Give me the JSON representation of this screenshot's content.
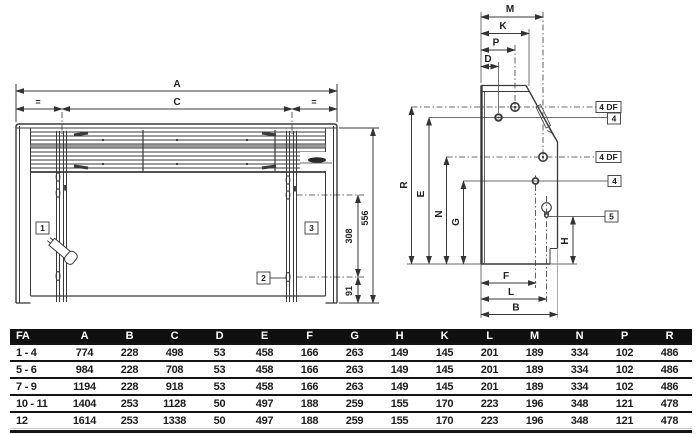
{
  "front_view": {
    "dims": {
      "A": "A",
      "C": "C",
      "eq_left": "=",
      "eq_right": "=",
      "h556": "556",
      "h308": "308",
      "h91": "91"
    },
    "callouts": {
      "c1": "1",
      "c2": "2",
      "c3": "3"
    }
  },
  "side_view": {
    "dims": {
      "M": "M",
      "K": "K",
      "P": "P",
      "D": "D",
      "R": "R",
      "E": "E",
      "N": "N",
      "G": "G",
      "H": "H",
      "F": "F",
      "L": "L",
      "B": "B"
    },
    "callouts": {
      "df_top": "4 DF",
      "four_top": "4",
      "df_mid": "4 DF",
      "four_mid": "4",
      "five": "5"
    }
  },
  "table": {
    "headers": [
      "FA",
      "A",
      "B",
      "C",
      "D",
      "E",
      "F",
      "G",
      "H",
      "K",
      "L",
      "M",
      "N",
      "P",
      "R"
    ],
    "rows": [
      [
        "1 - 4",
        "774",
        "228",
        "498",
        "53",
        "458",
        "166",
        "263",
        "149",
        "145",
        "201",
        "189",
        "334",
        "102",
        "486"
      ],
      [
        "5 - 6",
        "984",
        "228",
        "708",
        "53",
        "458",
        "166",
        "263",
        "149",
        "145",
        "201",
        "189",
        "334",
        "102",
        "486"
      ],
      [
        "7 - 9",
        "1194",
        "228",
        "918",
        "53",
        "458",
        "166",
        "263",
        "149",
        "145",
        "201",
        "189",
        "334",
        "102",
        "486"
      ],
      [
        "10 - 11",
        "1404",
        "253",
        "1128",
        "50",
        "497",
        "188",
        "259",
        "155",
        "170",
        "223",
        "196",
        "348",
        "121",
        "478"
      ],
      [
        "12",
        "1614",
        "253",
        "1338",
        "50",
        "497",
        "188",
        "259",
        "155",
        "170",
        "223",
        "196",
        "348",
        "121",
        "478"
      ]
    ]
  },
  "colors": {
    "line": "#3a3a3a",
    "header_bg": "#101010",
    "header_text": "#ffffff"
  }
}
